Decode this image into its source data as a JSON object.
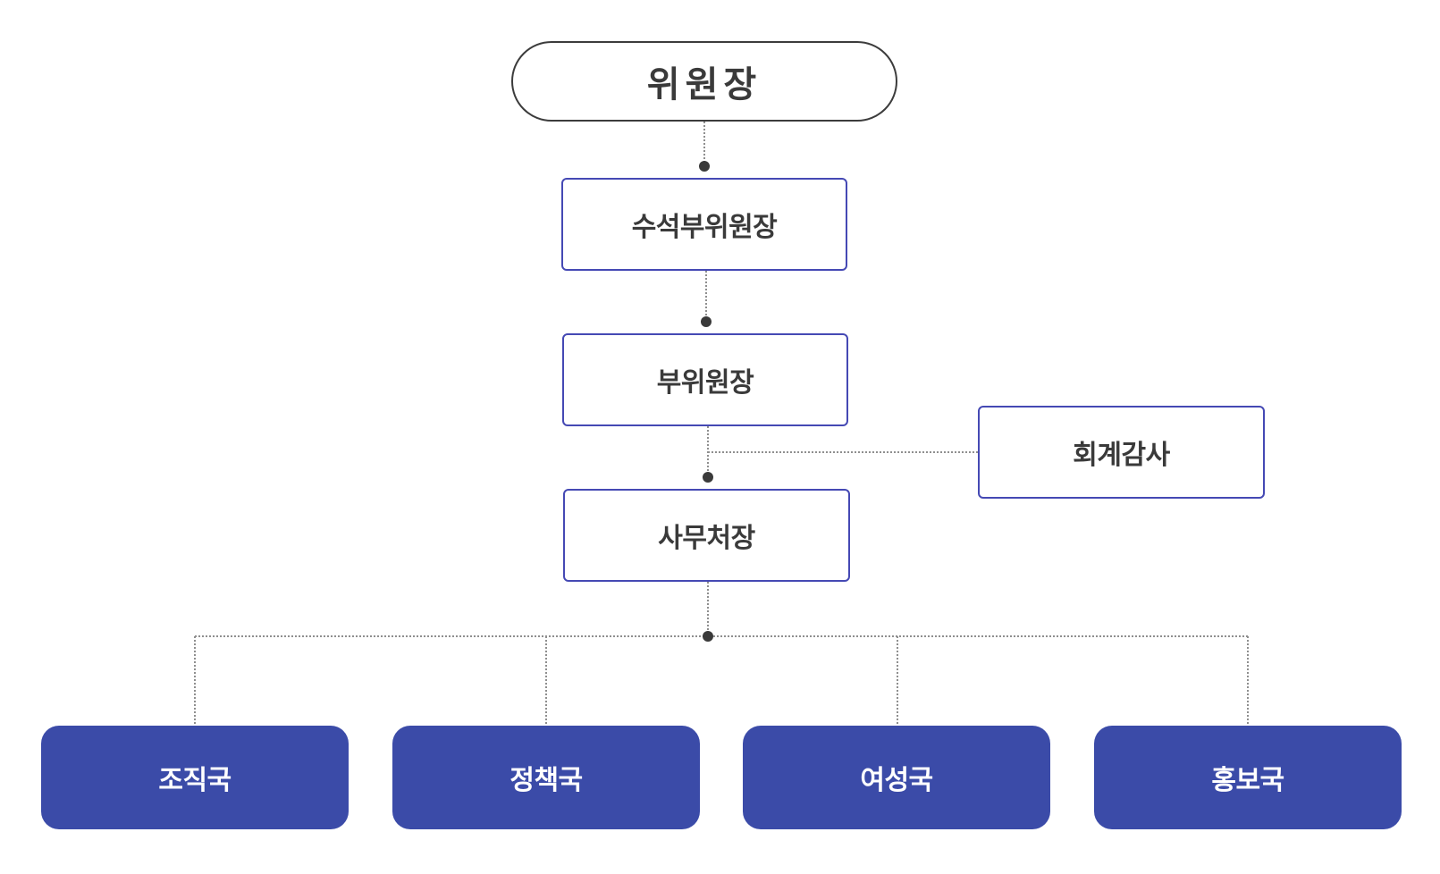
{
  "chairman": "위원장",
  "senior_vice_chairman": "수석부위원장",
  "vice_chairman": "부위원장",
  "auditor": "회계감사",
  "secretary_general": "사무처장",
  "departments": [
    "조직국",
    "정책국",
    "여성국",
    "홍보국"
  ],
  "colors": {
    "box_border": "#4549b4",
    "department_fill": "#3b4ba8",
    "connector": "#8f8f8f",
    "dot": "#3a3a3a",
    "text": "#3a3a3a"
  }
}
